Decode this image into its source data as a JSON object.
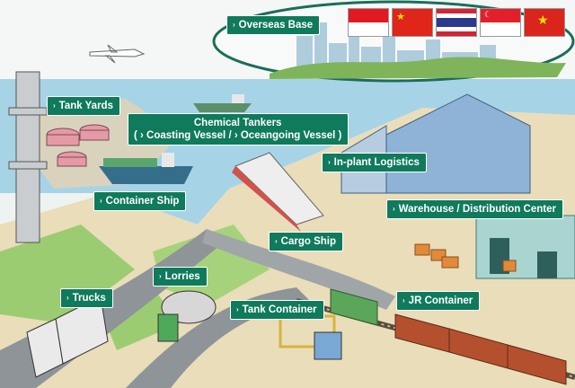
{
  "labels": {
    "overseas_base": "Overseas Base",
    "tank_yards": "Tank Yards",
    "chemical_tankers_line1": "Chemical Tankers",
    "chemical_tankers_line2": "( › Coasting Vessel / › Oceangoing Vessel )",
    "in_plant_logistics": "In-plant Logistics",
    "container_ship": "Container Ship",
    "warehouse": "Warehouse / Distribution Center",
    "cargo_ship": "Cargo Ship",
    "lorries": "Lorries",
    "trucks": "Trucks",
    "tank_container": "Tank Container",
    "jr_container": "JR Container"
  },
  "arrow_glyph": "›",
  "flags": [
    "indonesia-flag",
    "china-flag",
    "thailand-flag",
    "singapore-flag",
    "vietnam-flag"
  ],
  "colors": {
    "label_bg": "#0f7a5c",
    "sea": "#9fd0e4",
    "land": "#e8dcb8",
    "grass": "#9ccc72",
    "road": "#8f9498",
    "warehouse": "#8fb3d6"
  }
}
